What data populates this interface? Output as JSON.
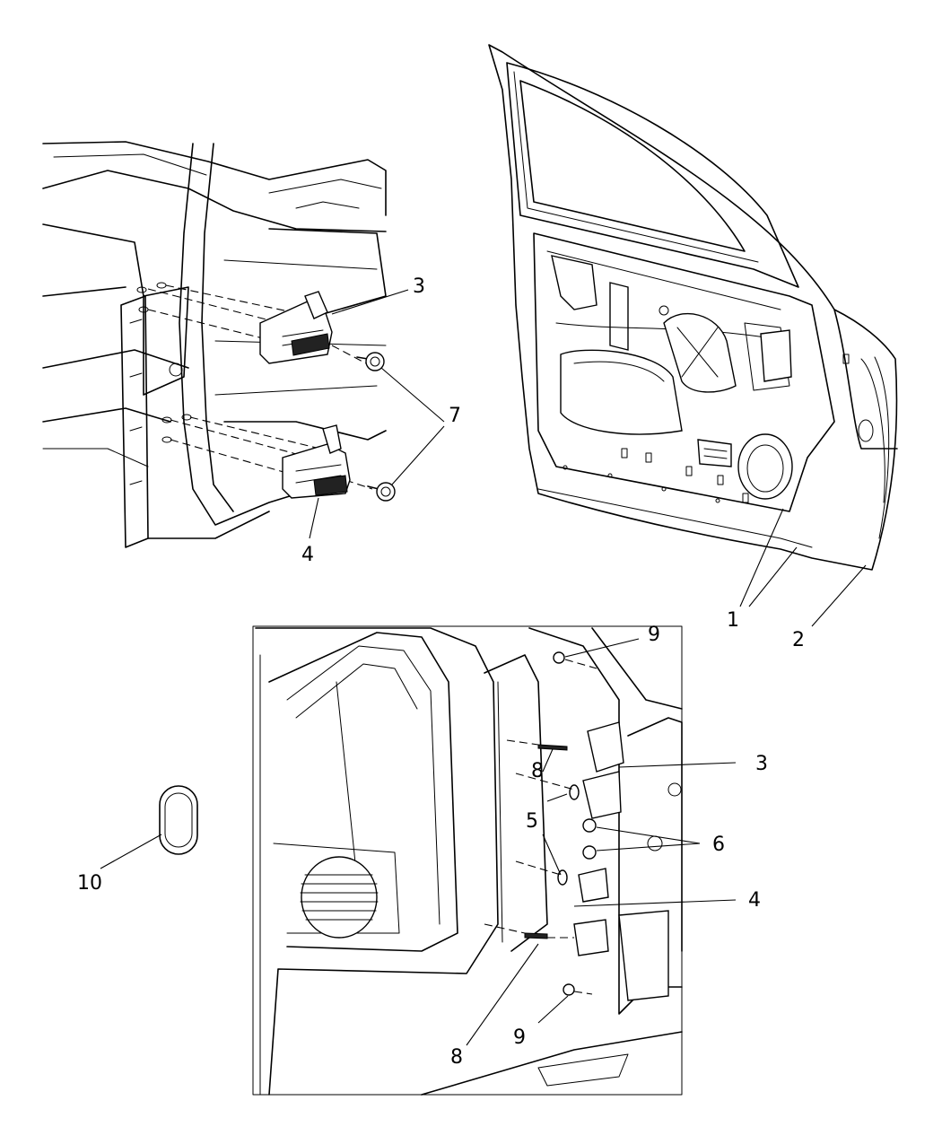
{
  "callouts": {
    "c1": "1",
    "c2": "2",
    "c3a": "3",
    "c3b": "3",
    "c4a": "4",
    "c4b": "4",
    "c5": "5",
    "c6": "6",
    "c7": "7",
    "c8a": "8",
    "c8b": "8",
    "c9a": "9",
    "c9b": "9",
    "c10": "10"
  }
}
